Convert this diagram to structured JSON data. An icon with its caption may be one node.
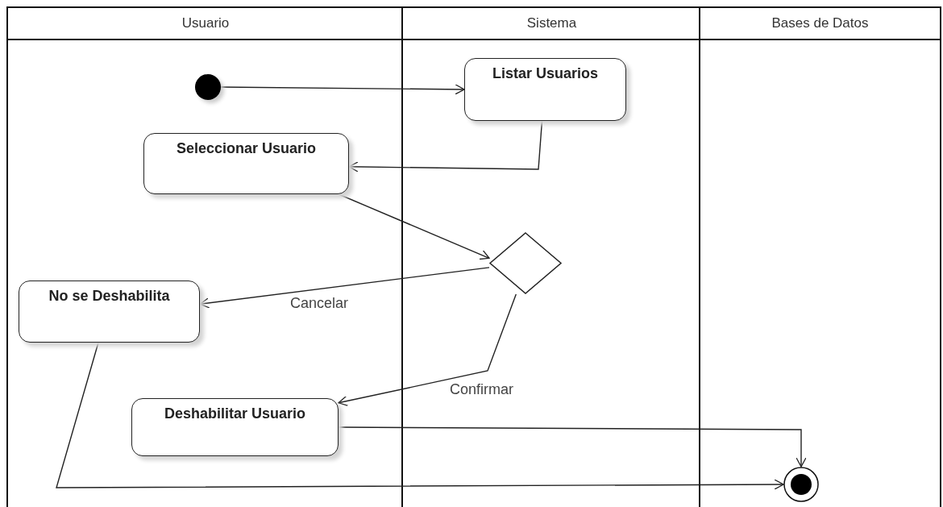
{
  "diagram": {
    "nodes": [
      {
        "text": [
          "Usuario"
        ]
      },
      {
        "text": [
          "Sistema"
        ]
      },
      {
        "text": [
          "Bases de Datos"
        ]
      },
      {
        "text": [],
        "shape": "circle",
        "in": 0
      },
      {
        "text": [
          "Listar Usuarios"
        ],
        "in": 1
      },
      {
        "text": [
          "Seleccionar Usuario"
        ],
        "in": 0
      },
      {
        "text": [],
        "shape": "diamond",
        "in": 1
      },
      {
        "text": [
          "No se Deshabilita"
        ],
        "in": 0
      },
      {
        "text": [
          "Deshabilitar Usuario"
        ],
        "in": 0
      },
      {
        "text": [],
        "shape": "circle",
        "in": 2
      }
    ],
    "edges": [
      {
        "from": 3,
        "to": 4,
        "arrow": "to"
      },
      {
        "from": 4,
        "to": 5,
        "arrow": "to"
      },
      {
        "from": 5,
        "to": 6,
        "arrow": "to"
      },
      {
        "from": 6,
        "to": 7,
        "arrow": "to",
        "label": "Cancelar"
      },
      {
        "from": 6,
        "to": 8,
        "arrow": "to",
        "label": "Confirmar"
      },
      {
        "from": 8,
        "to": 9,
        "arrow": "to"
      },
      {
        "from": 7,
        "to": 9,
        "arrow": "to"
      }
    ]
  }
}
